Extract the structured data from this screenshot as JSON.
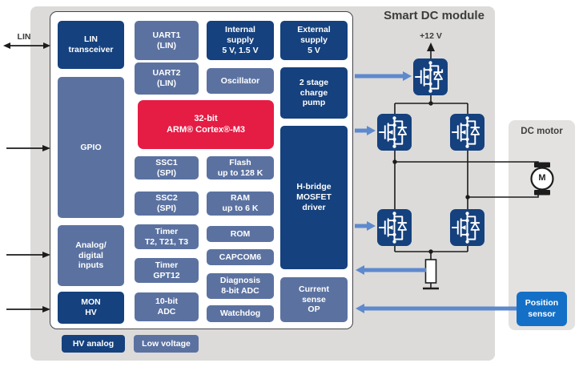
{
  "title": "Smart DC module",
  "panels": {
    "dc_motor": "DC motor"
  },
  "io_labels": {
    "lin_bus": "LIN",
    "supply_12v": "+12 V",
    "motor_m": "M"
  },
  "chip_blocks": {
    "lin_transceiver": "LIN\ntransceiver",
    "gpio": "GPIO",
    "analog_digital_inputs": "Analog/\ndigital\ninputs",
    "mon_hv": "MON\nHV",
    "uart1": "UART1\n(LIN)",
    "uart2": "UART2\n(LIN)",
    "cortex": "32-bit\nARM® Cortex®-M3",
    "ssc1": "SSC1\n(SPI)",
    "ssc2": "SSC2\n(SPI)",
    "timer_t": "Timer\nT2, T21, T3",
    "timer_gpt12": "Timer\nGPT12",
    "adc_10bit": "10-bit\nADC",
    "internal_supply": "Internal\nsupply\n5 V, 1.5 V",
    "oscillator": "Oscillator",
    "flash": "Flash\nup to 128 K",
    "ram": "RAM\nup to 6 K",
    "rom": "ROM",
    "capcom6": "CAPCOM6",
    "diagnosis_adc": "Diagnosis\n8-bit ADC",
    "watchdog": "Watchdog",
    "external_supply": "External\nsupply\n5 V",
    "charge_pump": "2 stage\ncharge\npump",
    "hbridge_driver": "H-bridge\nMOSFET\ndriver",
    "current_sense_op": "Current\nsense\nOP"
  },
  "external_blocks": {
    "position_sensor": "Position\nsensor"
  },
  "legend": {
    "hv_analog": "HV analog",
    "low_voltage": "Low voltage"
  },
  "colors": {
    "dark_blue": "#15417e",
    "slate_blue": "#5b72a1",
    "red": "#e51c44",
    "bright_blue": "#1470c7",
    "arrow_blue": "#5d89cd",
    "panel_gray": "#dcdbd9"
  }
}
